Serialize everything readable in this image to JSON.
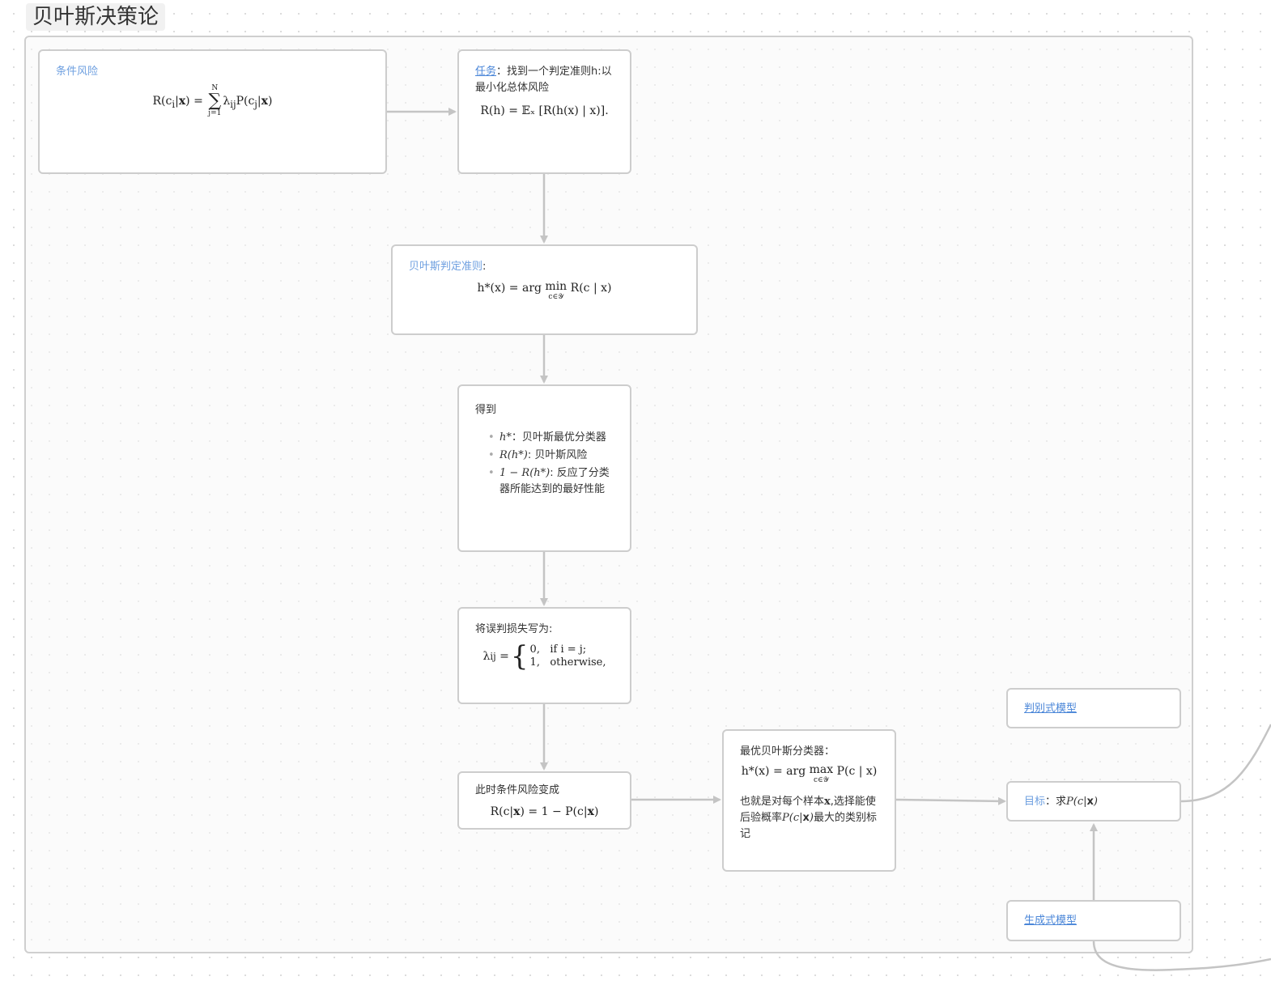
{
  "group": {
    "title": "贝叶斯决策论"
  },
  "nodes": {
    "cond_risk": {
      "title": "条件风险",
      "formula_lhs": "R(c",
      "formula_lhs_sub": "i",
      "formula_x": "x",
      "formula_eq": ") =",
      "sum_upper": "N",
      "sum_lower": "j=1",
      "formula_rhs": "λ",
      "formula_rhs_sub": "ij",
      "formula_tail": "P(c",
      "formula_tail_sub": "j",
      "formula_end": ")"
    },
    "task": {
      "link": "任务",
      "text": "：找到一个判定准则h:以最小化总体风险",
      "formula": "R(h) = 𝔼ₓ [R(h(x) | x)]."
    },
    "bayes_rule": {
      "title": "贝叶斯判定准则",
      "title_suffix": ":",
      "formula_lhs": "h*(x) = arg",
      "op": "min",
      "op_sub": "c∈𝒴",
      "formula_rhs": "R(c | x)"
    },
    "obtain": {
      "title": "得到",
      "items": [
        {
          "math": "h*",
          "text": "：贝叶斯最优分类器"
        },
        {
          "math": "R(h*)",
          "text": ": 贝叶斯风险"
        },
        {
          "math": "1 − R(h*)",
          "text": ": 反应了分类器所能达到的最好性能"
        }
      ]
    },
    "loss": {
      "title": "将误判损失写为:",
      "lhs": "λ",
      "lhs_sub": "ij",
      "eq": "=",
      "case1_val": "0,",
      "case1_cond": "if i = j;",
      "case2_val": "1,",
      "case2_cond": "otherwise,"
    },
    "risk_now": {
      "title": "此时条件风险变成",
      "formula_a": "R(c|",
      "formula_x1": "x",
      "formula_b": ") = 1 − P(c|",
      "formula_x2": "x",
      "formula_c": ")"
    },
    "optimal": {
      "title": "最优贝叶斯分类器：",
      "formula_lhs": "h*(x) = arg",
      "op": "max",
      "op_sub": "c∈𝒴",
      "formula_rhs": "P(c | x)",
      "desc_a": "也就是对每个样本",
      "desc_x": "x",
      "desc_b": ",选择能使后验概率",
      "desc_p1": "P(c|",
      "desc_px": "x",
      "desc_p2": ")",
      "desc_c": "最大的类别标记"
    },
    "discriminative": {
      "link": "判别式模型"
    },
    "goal": {
      "label": "目标",
      "text": "：求",
      "formula_a": "P(c|",
      "formula_x": "x",
      "formula_b": ")"
    },
    "generative": {
      "link": "生成式模型"
    }
  },
  "colors": {
    "edge": "#c4c4c4",
    "accent": "#6fa0e0",
    "link": "#4a86d8"
  }
}
